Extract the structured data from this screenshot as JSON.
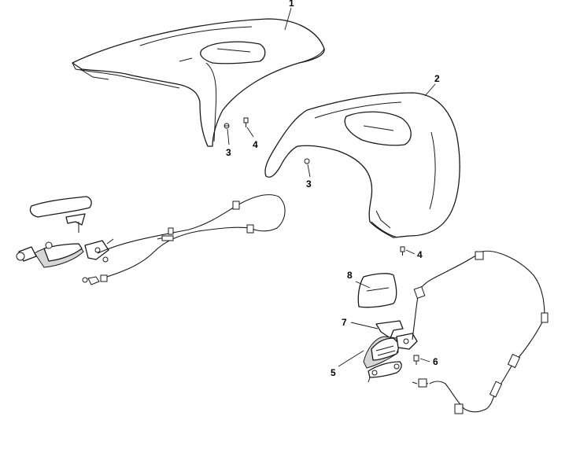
{
  "callouts": {
    "c1": "1",
    "c2": "2",
    "c3a": "3",
    "c3b": "3",
    "c4a": "4",
    "c4b": "4",
    "c5": "5",
    "c6": "6",
    "c7": "7",
    "c8": "8"
  },
  "colors": {
    "line": "#1a1a1a",
    "background": "#ffffff",
    "shade": "#d6d6d6"
  }
}
